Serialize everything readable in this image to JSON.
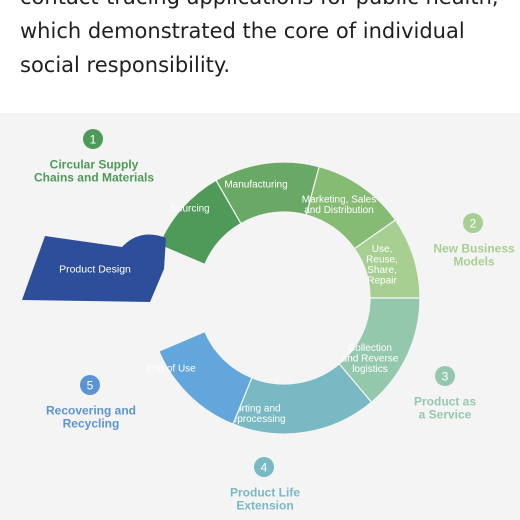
{
  "article": {
    "lines": [
      "contact-tracing applications for public health,",
      "which demonstrated the core of individual",
      "social responsibility."
    ]
  },
  "diagram": {
    "ring_segments": [
      {
        "id": "sourcing",
        "label": [
          "Sourcing"
        ],
        "color": "#4f9a58"
      },
      {
        "id": "manufacturing",
        "label": [
          "Manufacturing"
        ],
        "color": "#6aa865"
      },
      {
        "id": "marketing",
        "label": [
          "Marketing, Sales",
          "and Distribution"
        ],
        "color": "#86bb74"
      },
      {
        "id": "use",
        "label": [
          "Use,",
          "Reuse,",
          "Share,",
          "Repair"
        ],
        "color": "#a8cf92"
      },
      {
        "id": "collection",
        "label": [
          "Collection",
          "and Reverse",
          "logistics"
        ],
        "color": "#94c8ad"
      },
      {
        "id": "sorting",
        "label": [
          "Sorting and",
          "Reprocessing"
        ],
        "color": "#78b9c3"
      },
      {
        "id": "end_of_use",
        "label": [
          "End of Use"
        ],
        "color": "#62a6dc"
      },
      {
        "id": "product_design",
        "label": [
          "Product Design"
        ],
        "color": "#2d4f9b"
      }
    ],
    "stages": [
      {
        "number": "1",
        "title": [
          "Circular Supply",
          "Chains and Materials"
        ],
        "color": "#4f9a58"
      },
      {
        "number": "2",
        "title": [
          "New Business",
          "Models"
        ],
        "color": "#a8cf92"
      },
      {
        "number": "3",
        "title": [
          "Product as",
          "a Service"
        ],
        "color": "#94c8ad"
      },
      {
        "number": "4",
        "title": [
          "Product Life",
          "Extension"
        ],
        "color": "#78b9c3"
      },
      {
        "number": "5",
        "title": [
          "Recovering and",
          "Recycling"
        ],
        "color": "#5b94d2"
      }
    ]
  }
}
